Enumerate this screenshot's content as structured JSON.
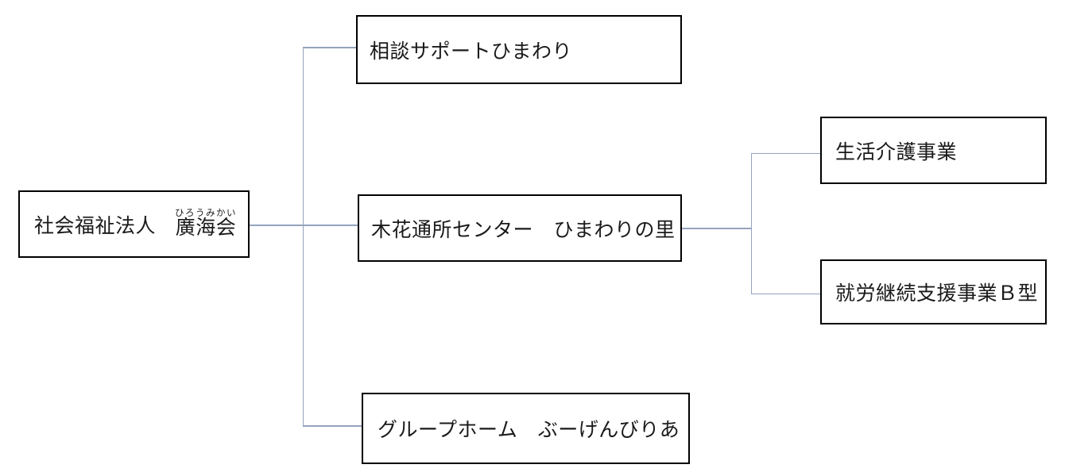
{
  "chart": {
    "root": {
      "label_main": "社会福祉法人",
      "name": "廣海会",
      "furigana": "ひろうみかい"
    },
    "branches": [
      {
        "label": "相談サポートひまわり"
      },
      {
        "label": "木花通所センター　ひまわりの里"
      },
      {
        "label": "グループホーム　ぶーげんびりあ"
      }
    ],
    "sub_branches": [
      {
        "label": "生活介護事業"
      },
      {
        "label": "就労継続支援事業Ｂ型"
      }
    ],
    "colors": {
      "connector": "#94a3bd",
      "box_border": "#000000",
      "text": "#1a1a1a",
      "background": "#ffffff"
    }
  }
}
